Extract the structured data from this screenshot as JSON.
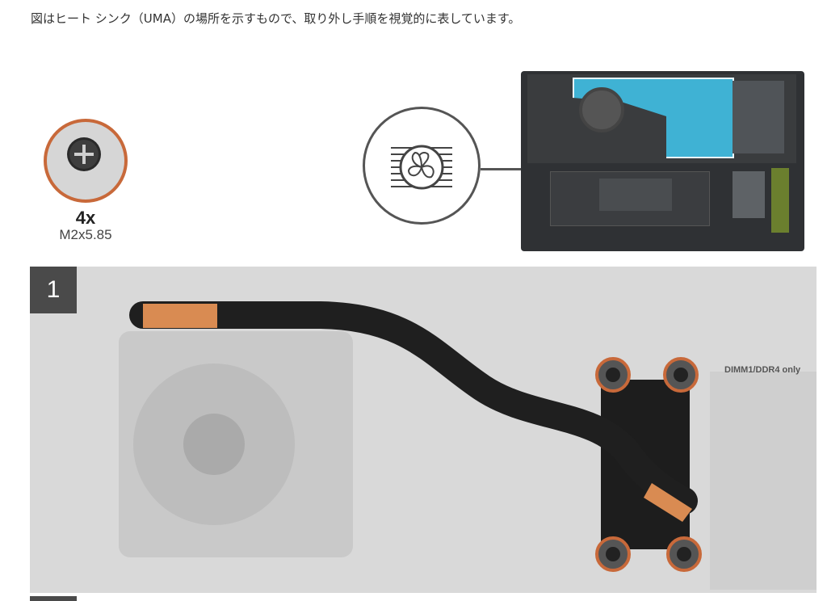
{
  "caption": "図はヒート シンク（UMA）の場所を示すもので、取り外し手順を視覚的に表しています。",
  "screw_callout": {
    "count": "4x",
    "type": "M2x5.85"
  },
  "step": {
    "number": "1",
    "ram_label": "DIMM1/DDR4 only"
  },
  "icons": {
    "fan": "fan-heatsink-icon",
    "screw": "screw-icon"
  },
  "colors": {
    "accent_ring": "#c8693a",
    "heatpipe_copper": "#d98b52",
    "heatpipe_highlight": "#3fb2d4"
  }
}
